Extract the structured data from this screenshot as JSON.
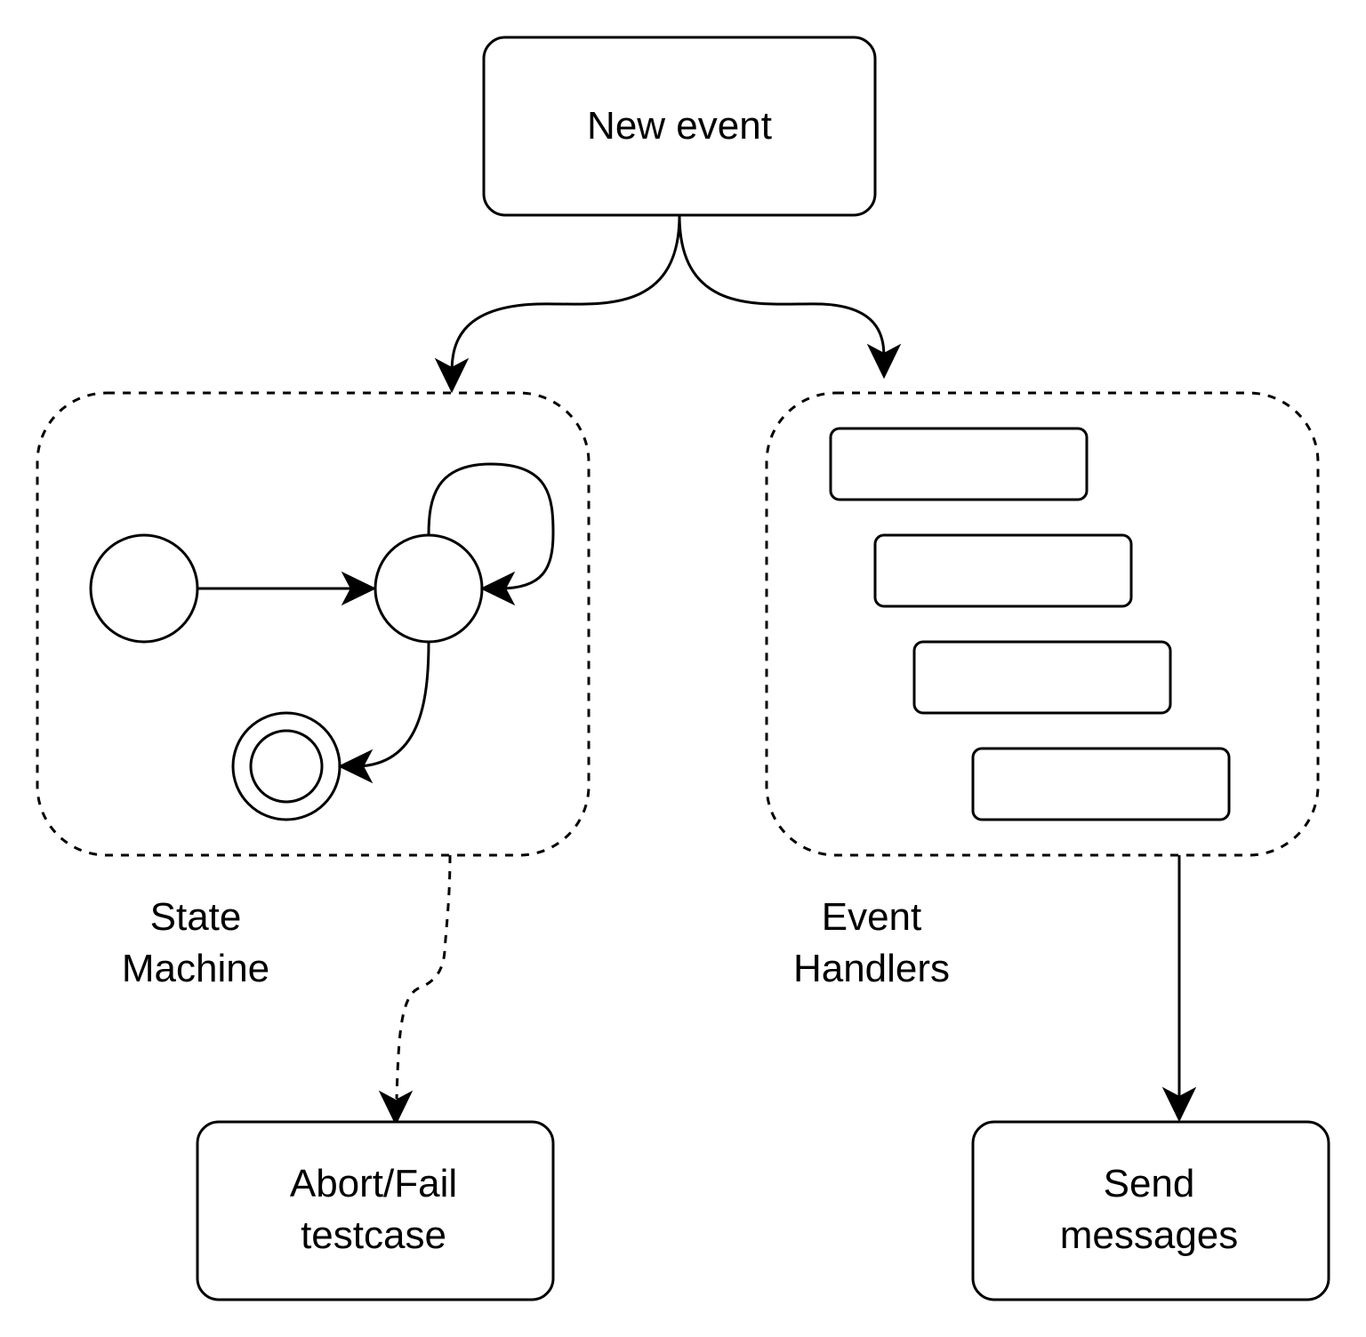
{
  "nodes": {
    "new_event": {
      "lines": [
        "New event"
      ]
    },
    "abort_fail": {
      "lines": [
        "Abort/Fail",
        "testcase"
      ]
    },
    "send_messages": {
      "lines": [
        "Send",
        "messages"
      ]
    }
  },
  "groups": {
    "state_machine": {
      "lines": [
        "State",
        "Machine"
      ]
    },
    "event_handlers": {
      "lines": [
        "Event",
        "Handlers"
      ]
    }
  }
}
